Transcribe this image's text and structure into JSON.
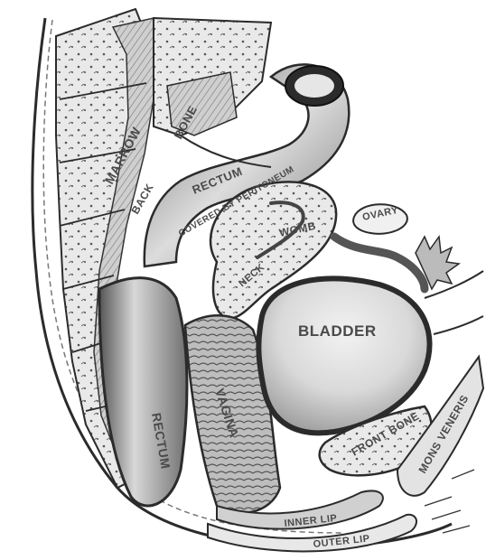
{
  "figure": {
    "labels": {
      "marrow": "MARROW",
      "bone": "BONE",
      "back": "BACK",
      "rectum_top": "RECTUM",
      "covered": "COVERED BY PERITONEUM",
      "womb": "WOMB",
      "neck": "NECK",
      "ovary": "OVARY",
      "bladder": "BLADDER",
      "vagina": "VAGINA",
      "rectum_lower": "RECTUM",
      "front_bone": "FRONT BONE",
      "mons_veneris": "MONS VENERIS",
      "inner_lip": "INNER LIP",
      "outer_lip": "OUTER LIP"
    },
    "colors": {
      "ink": "#2b2b2b",
      "paper": "#ffffff",
      "shade_dark": "#3a3a3a",
      "shade_mid": "#8c8c8c",
      "shade_light": "#d6d6d6"
    }
  }
}
